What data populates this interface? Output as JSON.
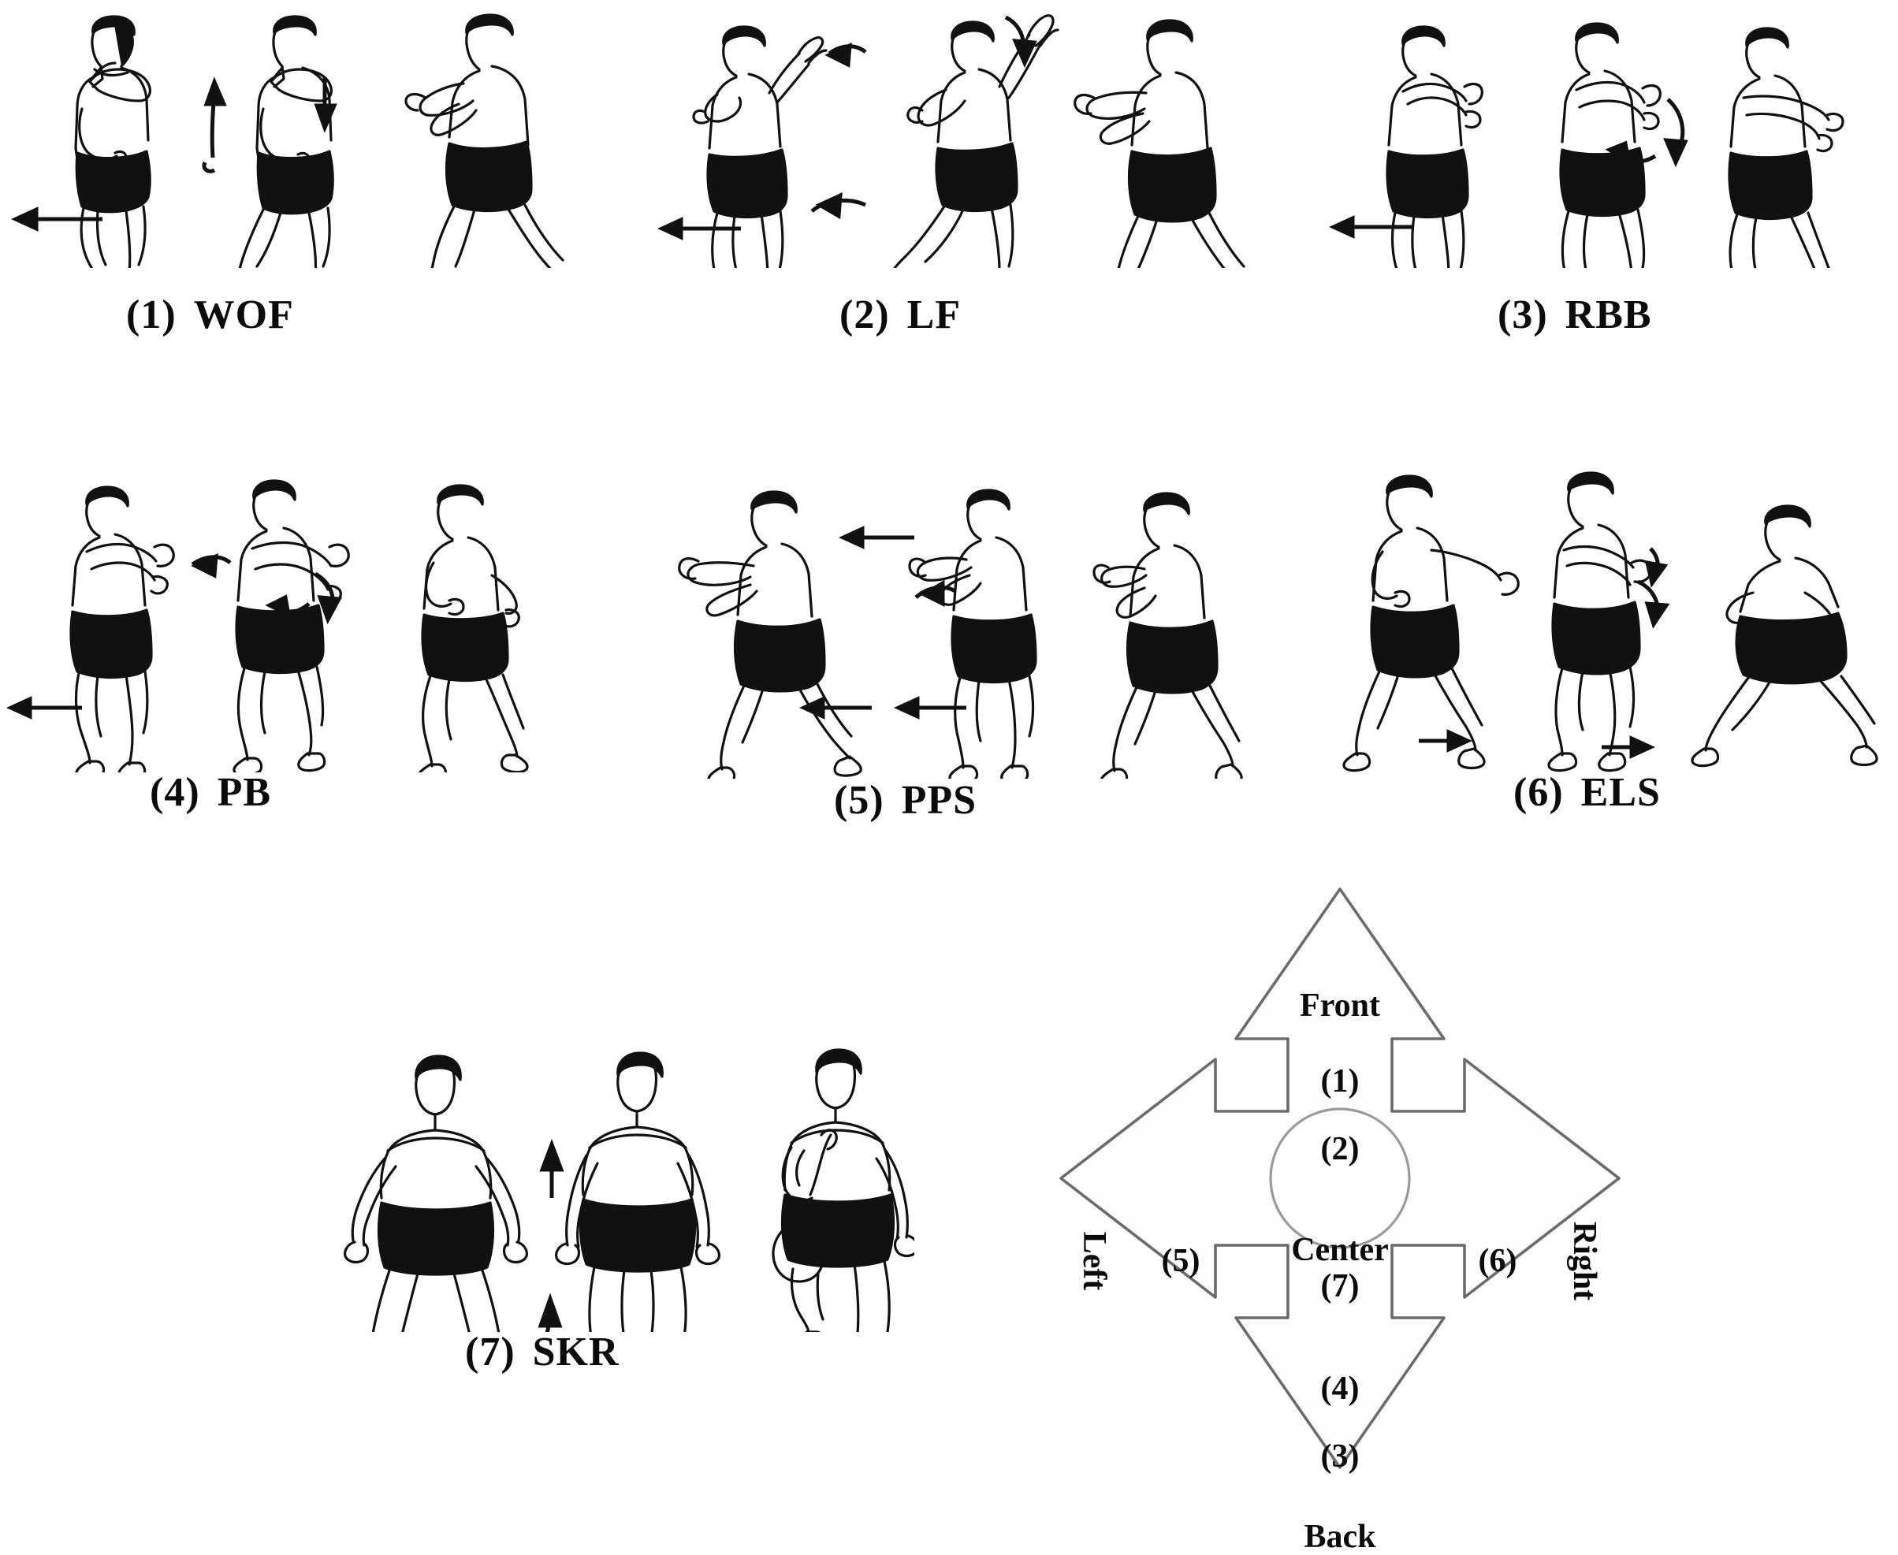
{
  "figure": {
    "kind": "exercise-movement-panels",
    "background_color": "#ffffff",
    "ink_color": "#111111",
    "panels": [
      {
        "number": "(1)",
        "abbr": "WOF",
        "frames": 3,
        "direction_arrow": "left",
        "caption": "(1)  WOF"
      },
      {
        "number": "(2)",
        "abbr": "LF",
        "frames": 3,
        "direction_arrow": "left",
        "caption": "(2)  LF"
      },
      {
        "number": "(3)",
        "abbr": "RBB",
        "frames": 3,
        "direction_arrow": "left",
        "caption": "(3)  RBB"
      },
      {
        "number": "(4)",
        "abbr": "PB",
        "frames": 3,
        "direction_arrow": "left",
        "caption": "(4)  PB"
      },
      {
        "number": "(5)",
        "abbr": "PPS",
        "frames": 3,
        "direction_arrow": "left",
        "caption": "(5)  PPS"
      },
      {
        "number": "(6)",
        "abbr": "ELS",
        "frames": 3,
        "direction_arrow": "right",
        "caption": "(6)  ELS"
      },
      {
        "number": "(7)",
        "abbr": "SKR",
        "frames": 3,
        "direction_arrow": "right",
        "caption": "(7)  SKR"
      }
    ]
  },
  "compass": {
    "front_label": "Front",
    "back_label": "Back",
    "left_label": "Left",
    "right_label": "Right",
    "center_label": "Center",
    "center_step": "(7)",
    "front_steps": [
      "(1)",
      "(2)"
    ],
    "back_steps": [
      "(4)",
      "(3)"
    ],
    "left_step": "(5)",
    "right_step": "(6)",
    "outline_color": "#6b6b6b",
    "fill_color": "#fdfdfd"
  }
}
